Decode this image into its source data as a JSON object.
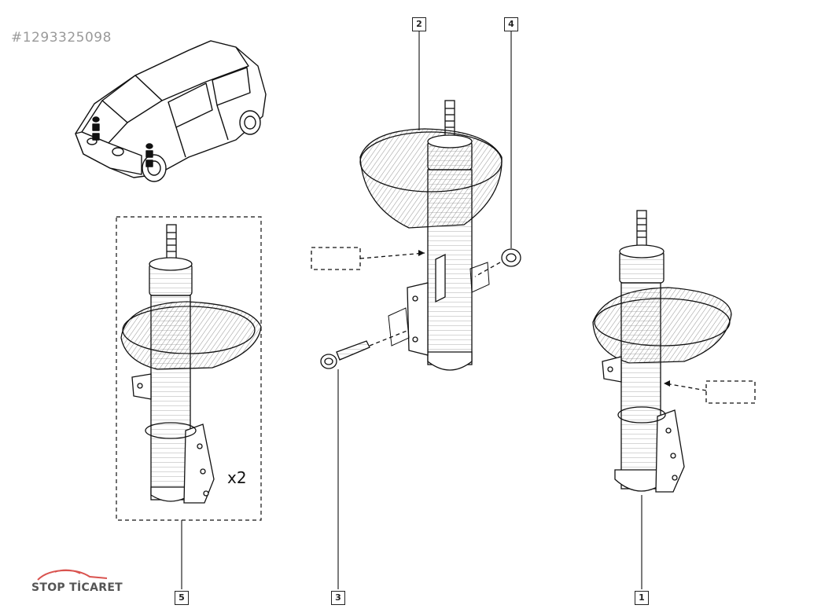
{
  "catalog_number": "#1293325098",
  "callouts": [
    "1",
    "2",
    "3",
    "4",
    "5"
  ],
  "quantity_label": "x2",
  "logo": {
    "text": "STOP TİCARET",
    "icon": "car-silhouette-logo"
  }
}
